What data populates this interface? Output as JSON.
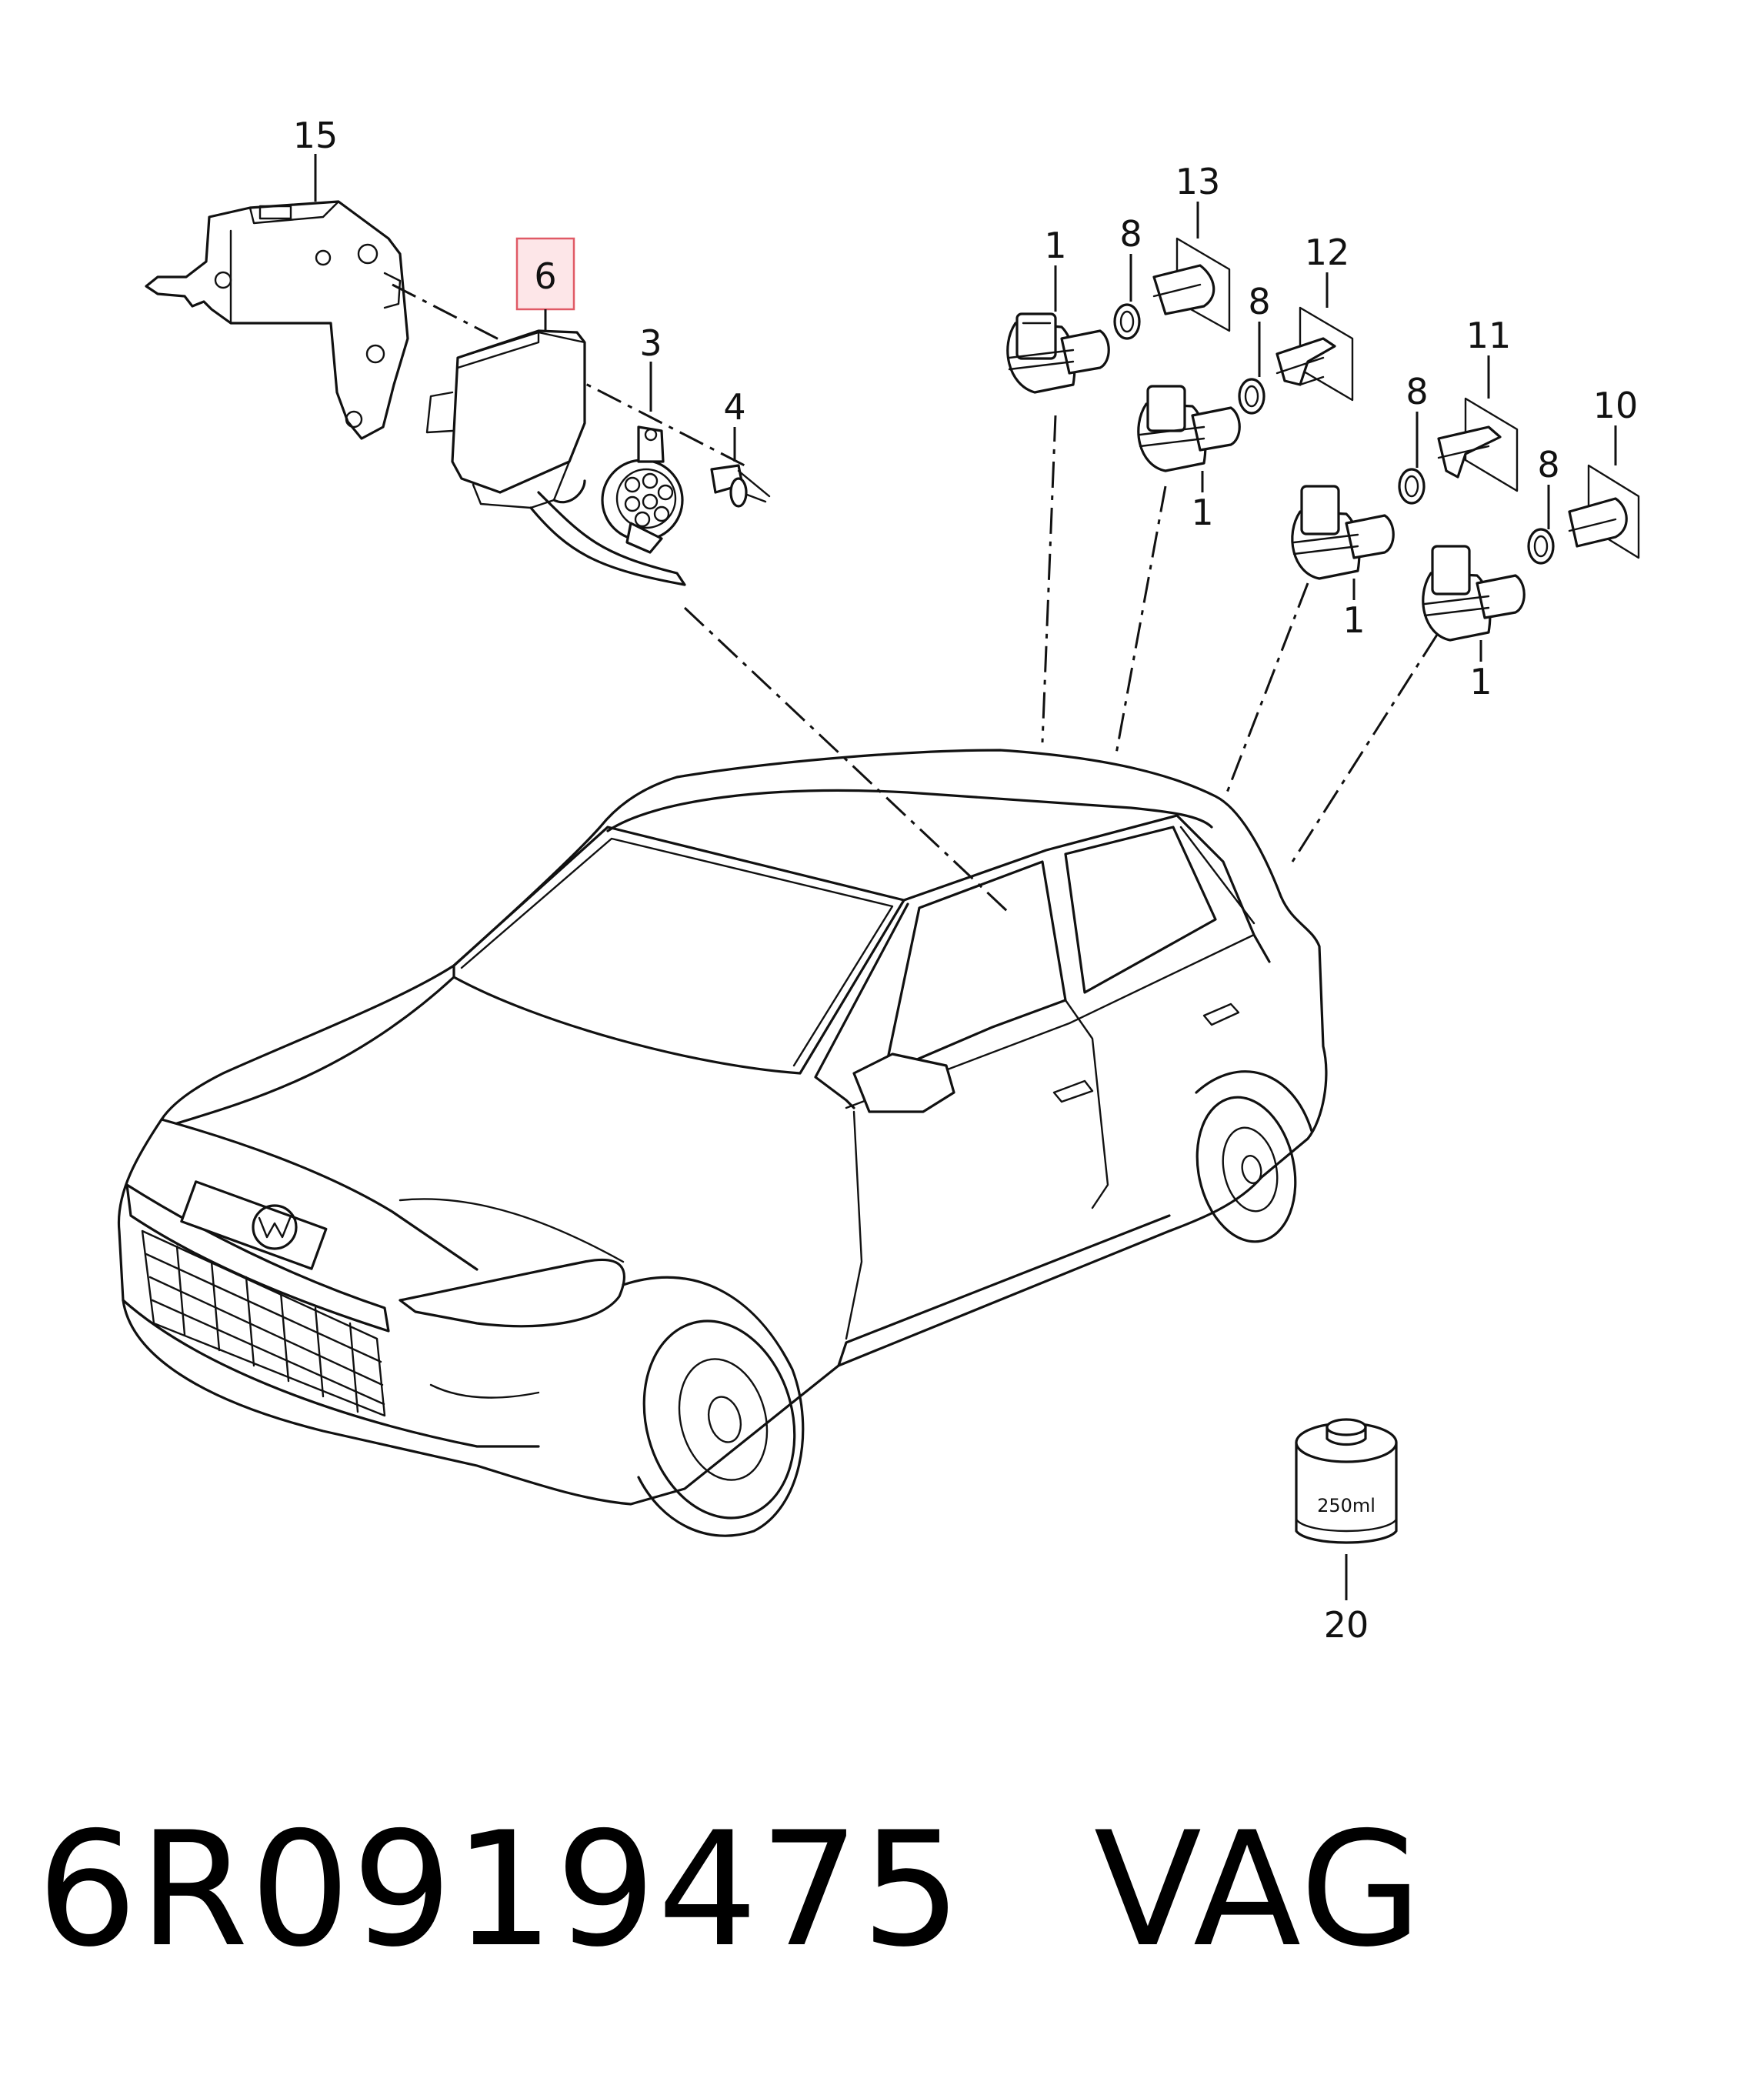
{
  "callouts": {
    "c15": "15",
    "c6": "6",
    "c3": "3",
    "c4": "4",
    "c13": "13",
    "c12": "12",
    "c11": "11",
    "c10": "10",
    "c8": "8",
    "c1": "1",
    "c20": "20"
  },
  "bottle_label": "250ml",
  "highlight_color": "#fde6e8",
  "footer": {
    "part_number": "6R0919475",
    "brand": "VAG"
  }
}
